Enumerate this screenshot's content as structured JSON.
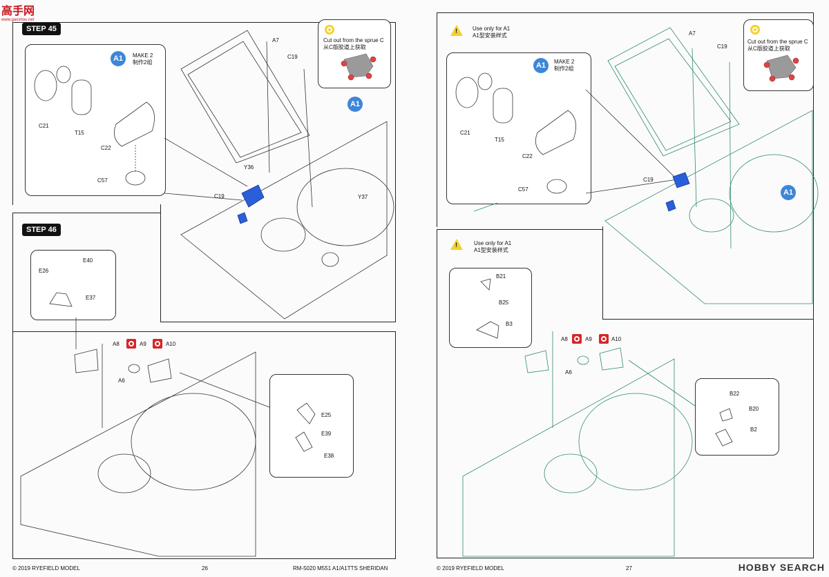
{
  "watermark": {
    "text": "高手网",
    "sub": "www.gaoshou.net"
  },
  "left_page": {
    "step45": {
      "label": "STEP 45",
      "badge": "A1",
      "make_en": "MAKE 2",
      "make_cn": "制作2组",
      "sprue_note_en": "Cut out from the sprue C",
      "sprue_note_cn": "从C版胶道上获取",
      "labels": [
        "A7",
        "C19",
        "C21",
        "T15",
        "C22",
        "C57",
        "Y36",
        "C19",
        "Y37"
      ]
    },
    "step46": {
      "label": "STEP 46",
      "labels": [
        "E40",
        "E26",
        "E37",
        "A8",
        "A9",
        "A10",
        "A6",
        "E25",
        "E39",
        "E38"
      ]
    },
    "footer_left": "© 2019 RYEFIELD MODEL",
    "page_number": "26",
    "footer_right": "RM-5020 M551 A1/A1TTS SHERIDAN"
  },
  "right_page": {
    "top": {
      "use_only_en": "Use only for A1",
      "use_only_cn": "A1型安装样式",
      "badge": "A1",
      "make_en": "MAKE 2",
      "make_cn": "制作2组",
      "sprue_note_en": "Cut out from the sprue C",
      "sprue_note_cn": "从C版胶道上获取",
      "labels": [
        "A7",
        "C19",
        "C21",
        "T15",
        "C22",
        "C57",
        "C19"
      ]
    },
    "bottom": {
      "use_only_en": "Use only for A1",
      "use_only_cn": "A1型安装样式",
      "labels": [
        "B21",
        "B25",
        "B3",
        "A8",
        "A9",
        "A10",
        "A6",
        "B22",
        "B20",
        "B2"
      ]
    },
    "footer_left": "© 2019 RYEFIELD MODEL",
    "page_number": "27",
    "watermark_brand": "HOBBY SEARCH"
  },
  "colors": {
    "badge": "#3d86d8",
    "highlight_part": "#2a5fd8",
    "right_drawing": "#2f8a6a",
    "warning": "#f2d22e",
    "icon_red": "#d62626"
  }
}
